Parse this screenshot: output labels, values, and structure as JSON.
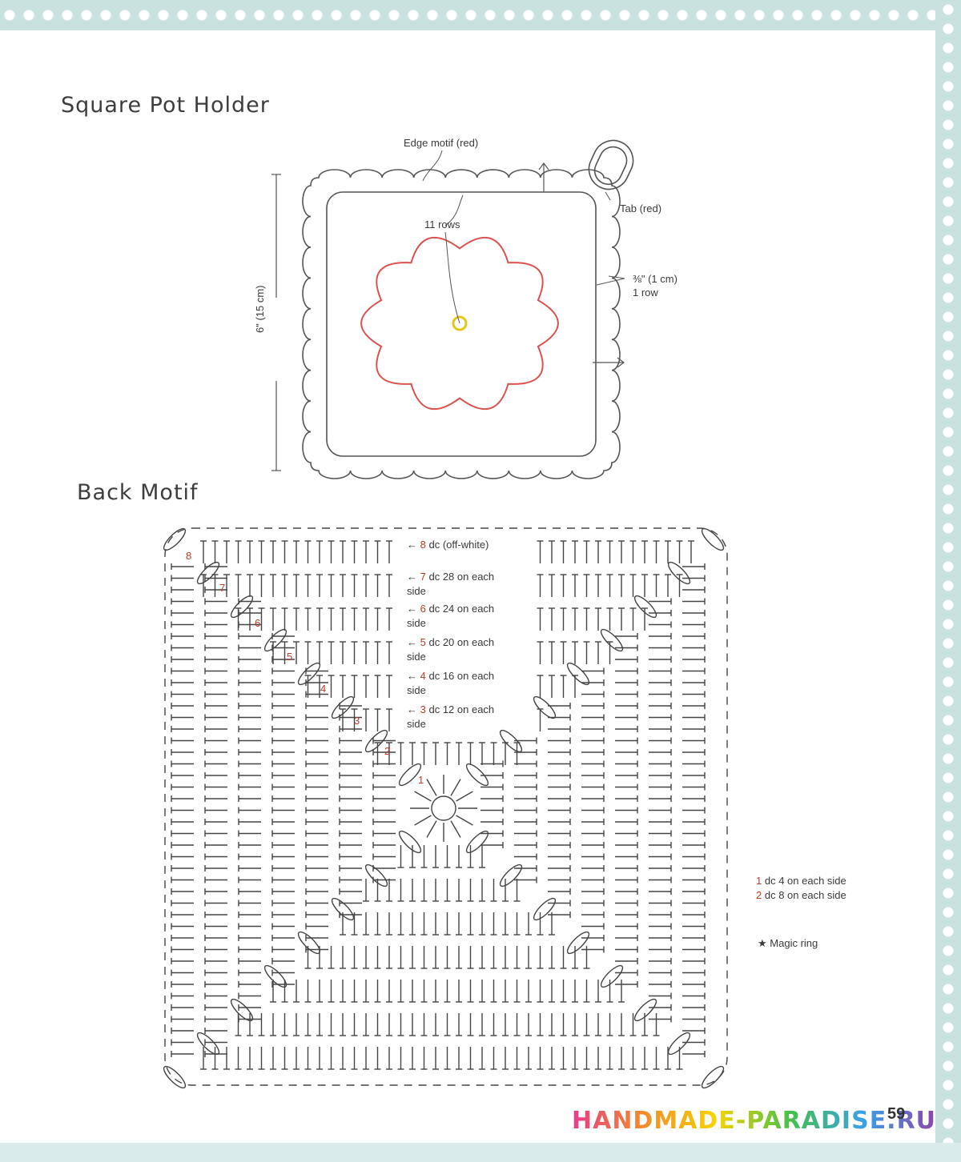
{
  "page": {
    "section_title": "Square Pot Holder",
    "back_motif_title": "Back Motif",
    "page_number": "59",
    "watermark_text": "HANDMADE-PARADISE.RU"
  },
  "pot_holder": {
    "edge_motif_label": "Edge motif (red)",
    "rows_label": "11 rows",
    "tab_label": "Tab (red)",
    "edge_width_label": "⅜\" (1 cm)\n1 row",
    "size_label": "6\" (15 cm)",
    "colors": {
      "outline": "#555555",
      "flower": "#d9534f",
      "center_ring": "#e6c619"
    }
  },
  "back_motif": {
    "round_notes": [
      {
        "num": "8",
        "text": "dc (off-white)"
      },
      {
        "num": "7",
        "text": "dc 28 on each side"
      },
      {
        "num": "6",
        "text": "dc 24 on each side"
      },
      {
        "num": "5",
        "text": "dc 20 on each side"
      },
      {
        "num": "4",
        "text": "dc 16 on each side"
      },
      {
        "num": "3",
        "text": "dc 12 on each side"
      }
    ],
    "round_numbers": [
      "1",
      "2",
      "3",
      "4",
      "5",
      "6",
      "7",
      "8"
    ],
    "legend": [
      {
        "num": "1",
        "text": "dc 4 on each side"
      },
      {
        "num": "2",
        "text": "dc 8 on each side"
      }
    ],
    "magic_ring_label": "Magic ring",
    "colors": {
      "stitch": "#444444",
      "number": "#c0392b"
    }
  }
}
